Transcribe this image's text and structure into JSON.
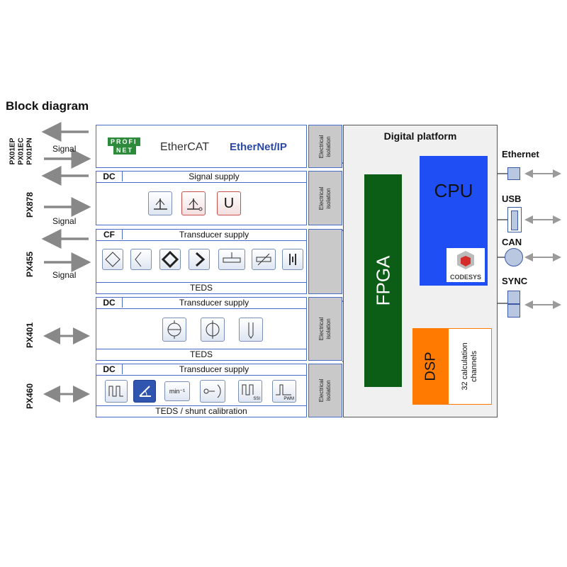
{
  "title": "Block diagram",
  "left_labels": {
    "px01": [
      "PX01EP",
      "PX01EC",
      "PX01PN"
    ],
    "px878": "PX878",
    "px455": "PX455",
    "px401": "PX401",
    "px460": "PX460",
    "signal": "Signal"
  },
  "fieldbus": {
    "ethercat": "EtherCAT",
    "ethernetip": "EtherNet/IP",
    "profinet_top": "PROFI",
    "profinet_bottom": "NET"
  },
  "modules": {
    "px878": {
      "tag": "DC",
      "header": "Signal supply"
    },
    "px455": {
      "tag": "CF",
      "header": "Transducer supply",
      "footer": "TEDS"
    },
    "px401": {
      "tag": "DC",
      "header": "Transducer supply",
      "footer": "TEDS"
    },
    "px460": {
      "tag": "DC",
      "header": "Transducer supply",
      "footer": "TEDS / shunt calibration"
    }
  },
  "isolation": {
    "line1": "Electrical",
    "line2": "isolation"
  },
  "icon_texts": {
    "u": "U",
    "min": "min⁻¹",
    "ssi": "SSI",
    "pwm": "PWM"
  },
  "platform": {
    "title": "Digital platform",
    "cpu": "CPU",
    "fpga": "FPGA",
    "dsp": "DSP",
    "calc": "32 calculation channels",
    "codesys": "CODESYS"
  },
  "ports": [
    "Ethernet",
    "USB",
    "CAN",
    "SYNC"
  ],
  "colors": {
    "border": "#4a6cc9",
    "cpu": "#1f4ef5",
    "fpga": "#0c5d15",
    "dsp": "#ff7a00",
    "isolation": "#c9c9c9"
  }
}
